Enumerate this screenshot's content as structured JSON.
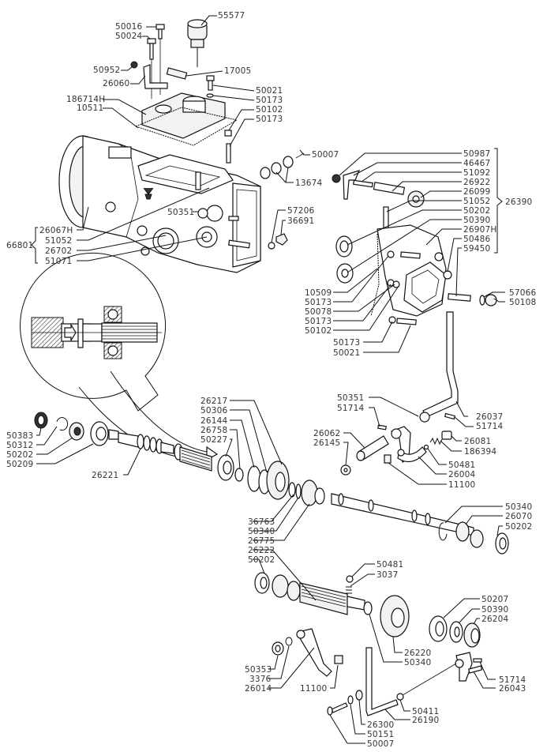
{
  "diagram": {
    "title": "Gearbox exploded parts diagram",
    "groups": {
      "housing": {
        "label": "66801",
        "members": [
          "26067H",
          "51052",
          "26702",
          "51071"
        ]
      },
      "side_cover": {
        "label": "26390",
        "members": [
          "50987",
          "46467",
          "51092",
          "26922",
          "26099",
          "51052",
          "50202",
          "50390",
          "26907H",
          "50486",
          "59450"
        ]
      }
    },
    "labels": {
      "top_cover": [
        "55577",
        "50016",
        "50024",
        "50952",
        "26060",
        "17005",
        "50021",
        "50173",
        "186714H",
        "10511",
        "50102",
        "50173"
      ],
      "housing_side": [
        "50007",
        "13674",
        "50351",
        "57206",
        "36691"
      ],
      "housing_group": [
        "26067H",
        "51052",
        "26702",
        "51071"
      ],
      "housing_group_label": "66801",
      "side_cover_group": [
        "50987",
        "46467",
        "51092",
        "26922",
        "26099",
        "51052",
        "50202",
        "50390",
        "26907H",
        "50486",
        "59450"
      ],
      "side_cover_group_label": "26390",
      "side_cover_left": [
        "10509",
        "50173",
        "50078",
        "50173",
        "50102",
        "50173",
        "50021"
      ],
      "side_cover_right": [
        "57066",
        "50108"
      ],
      "input_shaft_left": [
        "50383",
        "50312",
        "50202",
        "50209",
        "26221"
      ],
      "input_shaft_gears": [
        "26217",
        "50306",
        "26144",
        "26758",
        "50227"
      ],
      "selector": [
        "50351",
        "51714",
        "26062",
        "26145",
        "26037",
        "51714",
        "26081",
        "186394",
        "50481",
        "26004",
        "11100"
      ],
      "mainshaft_mid": [
        "36763",
        "50340",
        "26775",
        "26222",
        "50202"
      ],
      "mainshaft_right": [
        "50340",
        "26070",
        "50202"
      ],
      "countershaft": [
        "50481",
        "3037",
        "50207",
        "50390",
        "26204",
        "26220",
        "50340"
      ],
      "lower_lever": [
        "50353",
        "3376",
        "26014",
        "11100"
      ],
      "lower_right": [
        "51714",
        "26043",
        "50411",
        "26190",
        "26300",
        "50151",
        "50007"
      ]
    }
  }
}
